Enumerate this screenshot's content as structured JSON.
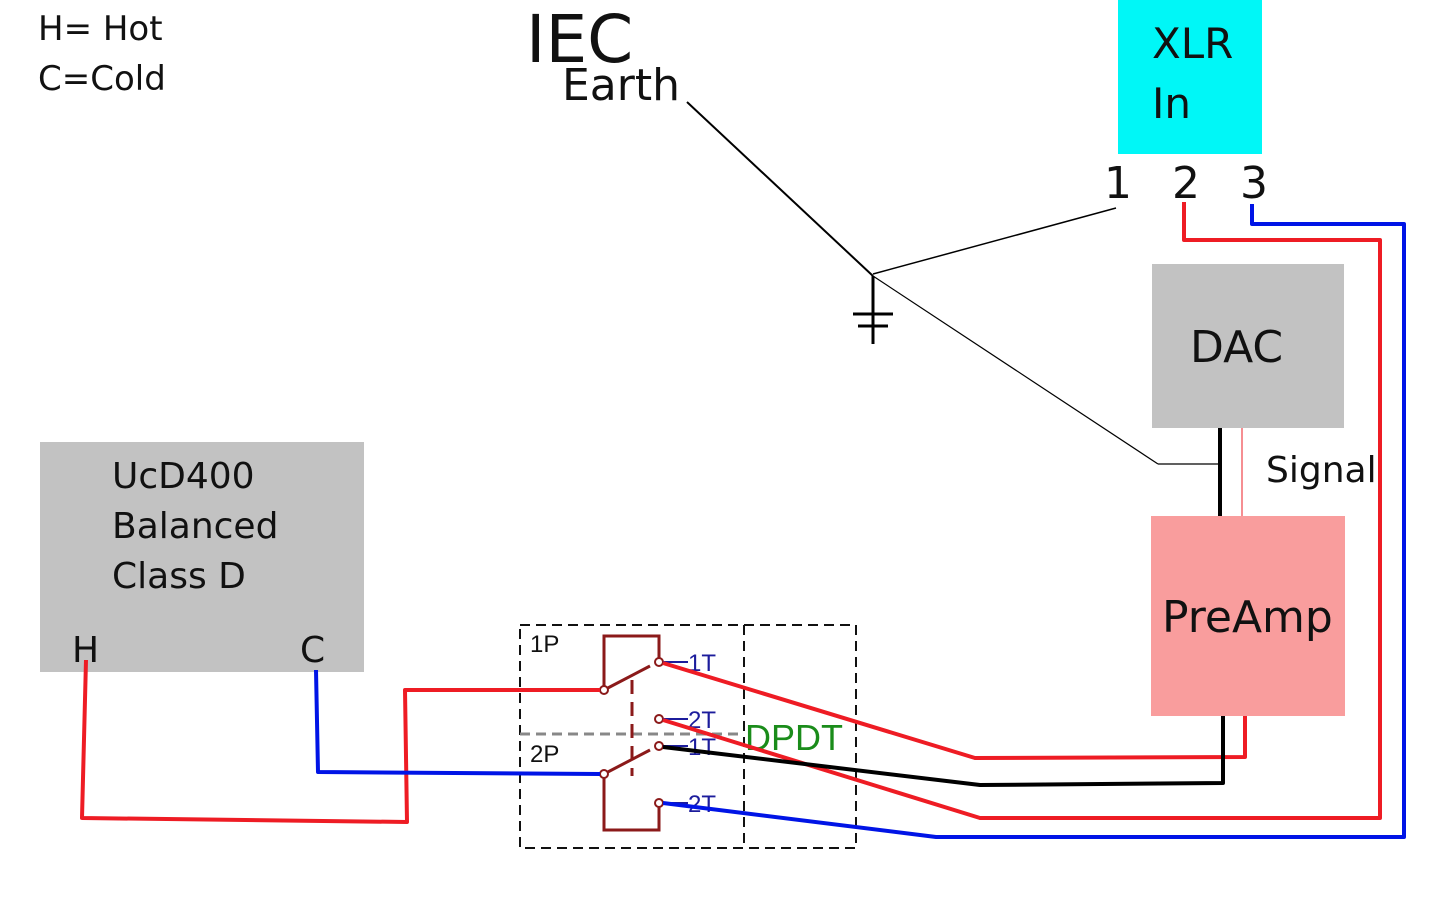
{
  "legend": {
    "hot": "H= Hot",
    "cold": "C=Cold"
  },
  "iec": {
    "title": "IEC",
    "earth_label": "Earth"
  },
  "xlr": {
    "label_line1": "XLR",
    "label_line2": "In",
    "pins": [
      "1",
      "2",
      "3"
    ]
  },
  "dac": {
    "label": "DAC"
  },
  "signal_label": "Signal",
  "preamp": {
    "label": "PreAmp"
  },
  "amp": {
    "line1": "UcD400",
    "line2": "Balanced",
    "line3": "Class D",
    "hot_terminal": "H",
    "cold_terminal": "C"
  },
  "switch": {
    "label": "DPDT",
    "pole1": "1P",
    "pole2": "2P",
    "t1a": "1T",
    "t2a": "2T",
    "t1b": "1T",
    "t2b": "2T"
  },
  "colors": {
    "hot_wire": "#ee1c24",
    "cold_wire": "#0014e6",
    "ground_wire": "#000000",
    "xlr_fill": "#00f7f7",
    "dac_fill": "#c2c2c2",
    "amp_fill": "#c2c2c2",
    "preamp_fill": "#f99d9d",
    "switch_body": "#8b1a1a",
    "switch_label": "#1a8c1a",
    "terminal_label": "#1c1c9c"
  }
}
